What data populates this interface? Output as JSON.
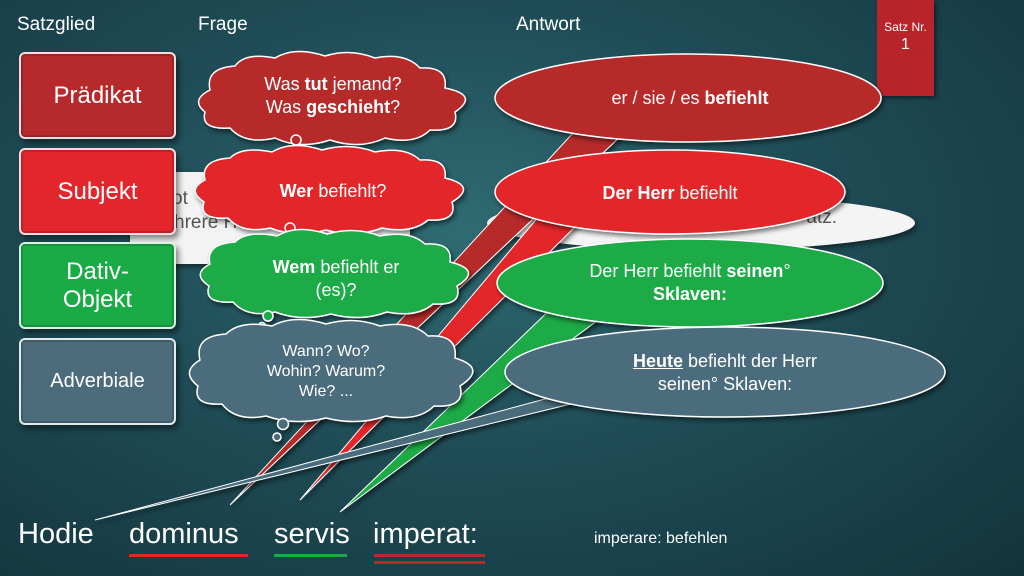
{
  "header": {
    "col_satzglied": "Satzglied",
    "col_frage": "Frage",
    "col_antwort": "Antwort",
    "satz_label": "Satz Nr.",
    "satz_num": "1"
  },
  "rows": {
    "praedikat": "Prädikat",
    "subjekt": "Subjekt",
    "dativ_1": "Dativ-",
    "dativ_2": "Objekt",
    "adverbiale": "Adverbiale"
  },
  "questions": {
    "q1_a": "Was ",
    "q1_b": "tut",
    "q1_c": " jemand?",
    "q1_d": "Was ",
    "q1_e": "geschieht",
    "q1_f": "?",
    "q2_a": "Wer",
    "q2_b": " befiehlt?",
    "q3_a": "Wem",
    "q3_b": " befiehlt er",
    "q3_c": "(es)?",
    "q4_a": "Wann? Wo?",
    "q4_b": "Wohin? Warum?",
    "q4_c": "Wie? ..."
  },
  "answers": {
    "a1_a": "er / sie / es ",
    "a1_b": "befiehlt",
    "a2_a": "Der Herr",
    "a2_b": " befiehlt",
    "a3_a": "Der Herr befiehlt ",
    "a3_b": "seinen",
    "a3_c": "°",
    "a3_d": "Sklaven:",
    "a4_a": "Heute",
    "a4_b": " befiehlt der Herr",
    "a4_c": "seinen° Sklaven:"
  },
  "ghost": {
    "box_line1": "ot",
    "box_line2": "hrere Hau",
    "oval_text": "atz."
  },
  "latin": {
    "w1": "Hodie",
    "w2": "dominus",
    "w3": "servis",
    "w4": "imperat:",
    "gloss": "imperare: befehlen"
  },
  "colors": {
    "red_dark": "#b62a2c",
    "red": "#e3262b",
    "green": "#1aab47",
    "slate": "#4c6c7c"
  }
}
